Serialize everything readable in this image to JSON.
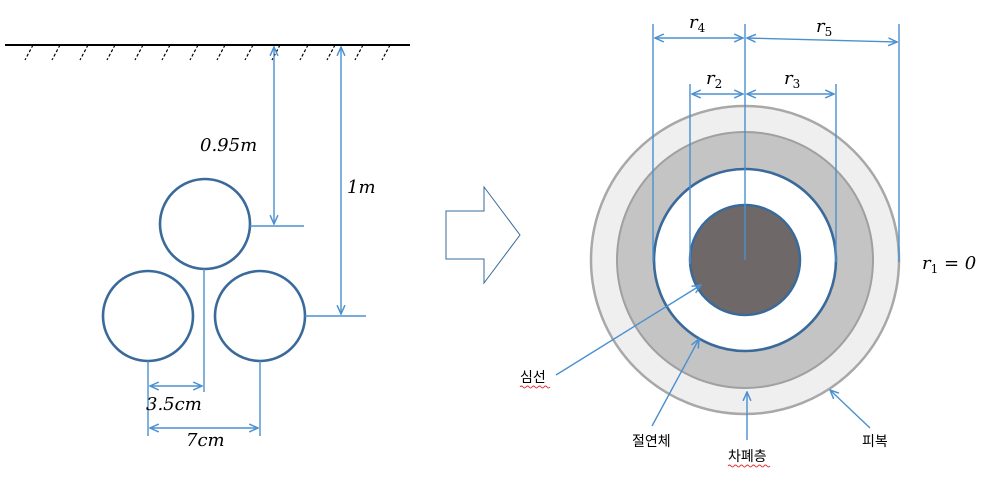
{
  "left": {
    "label_depth_top": "0.95m",
    "label_depth_center": "1m",
    "label_half_spacing": "3.5cm",
    "label_spacing": "7cm"
  },
  "right": {
    "r4": "r",
    "r4_sub": "4",
    "r5": "r",
    "r5_sub": "5",
    "r2": "r",
    "r2_sub": "2",
    "r3": "r",
    "r3_sub": "3",
    "r1_eq": "r",
    "r1_sub": "1",
    "r1_value": " = 0",
    "label_conductor": "심선",
    "label_insulation": "절연체",
    "label_shield": "차폐층",
    "label_sheath": "피복"
  },
  "colors": {
    "dimension_line": "#4a90d0",
    "cable_outline": "#3a6a9a",
    "conductor": "#6e6868",
    "shield": "#c4c4c4",
    "sheath": "#efefef"
  }
}
